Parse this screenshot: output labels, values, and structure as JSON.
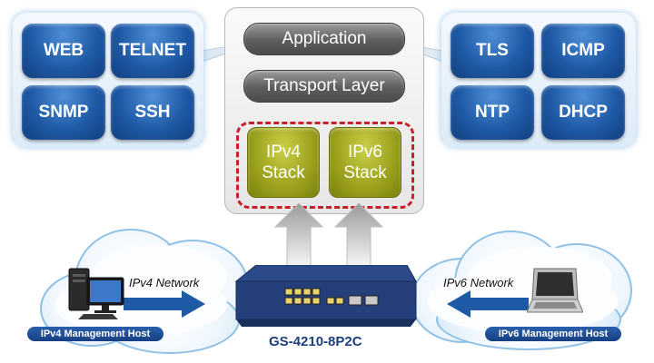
{
  "left_protocols": [
    "WEB",
    "TELNET",
    "SNMP",
    "SSH"
  ],
  "right_protocols": [
    "TLS",
    "ICMP",
    "NTP",
    "DHCP"
  ],
  "stack": {
    "application": "Application",
    "transport": "Transport Layer",
    "ipv4_line1": "IPv4",
    "ipv4_line2": "Stack",
    "ipv6_line1": "IPv6",
    "ipv6_line2": "Stack"
  },
  "networks": {
    "ipv4_label": "IPv4 Network",
    "ipv6_label": "IPv6 Network",
    "ipv4_host": "IPv4 Management Host",
    "ipv6_host": "IPv6 Management Host"
  },
  "device": {
    "name": "GS-4210-8P2C"
  },
  "colors": {
    "protocol_button": "#1f5aa6",
    "stack_button": "#9aa01c",
    "dashed_border": "#c8202a",
    "arrow": "#1f5aa6"
  }
}
